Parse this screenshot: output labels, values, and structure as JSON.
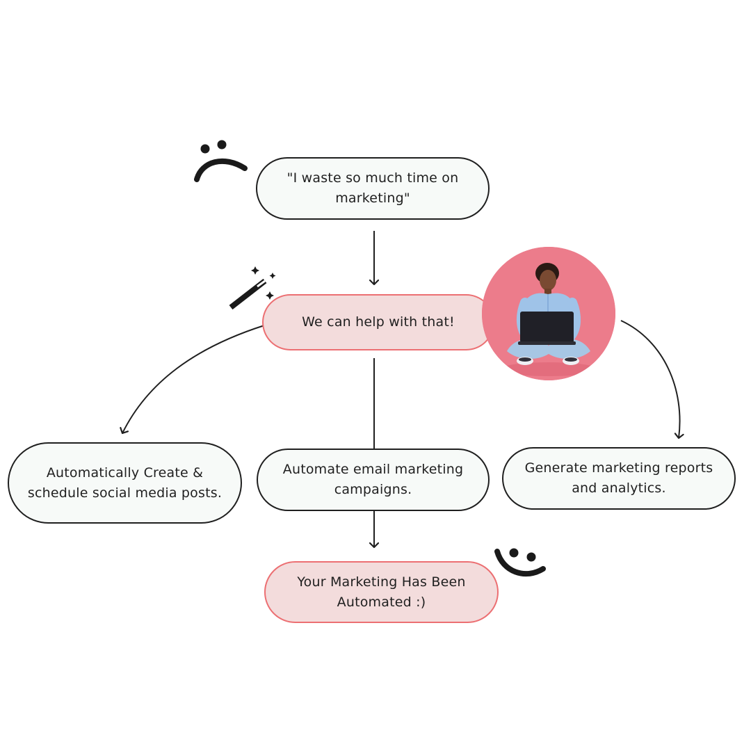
{
  "nodes": {
    "problem": "\"I waste so much time on marketing\"",
    "help": "We can help with that!",
    "social": "Automatically Create & schedule social media posts.",
    "email": "Automate email marketing campaigns.",
    "reports": "Generate marketing reports and analytics.",
    "result": "Your Marketing Has Been Automated :)"
  },
  "icons": [
    "sad-face-icon",
    "magic-wand-icon",
    "smile-face-icon",
    "person-laptop-photo"
  ],
  "colors": {
    "stroke": "#1f1f1f",
    "node_fill": "#f7faf8",
    "highlight_fill": "#f3dcdc",
    "highlight_border": "#ec6f72",
    "photo_background": "#ec7c8b"
  }
}
